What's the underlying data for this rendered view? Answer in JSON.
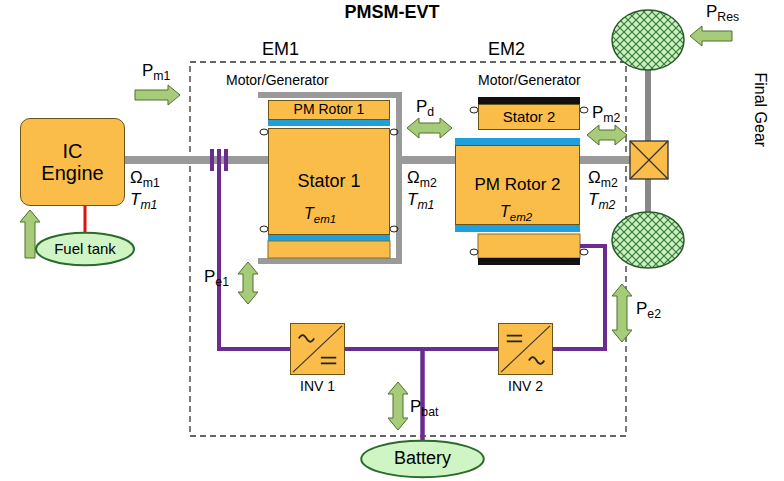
{
  "diagram": {
    "title": "PMSM-EVT",
    "nodes": [
      {
        "text": [
          "IC Engine"
        ]
      },
      {
        "text": [
          "Fuel tank"
        ]
      },
      {
        "text": [
          "PM Rotor 1"
        ]
      },
      {
        "text": [
          "Stator 1"
        ]
      },
      {
        "text": [
          "Stator 2"
        ]
      },
      {
        "text": [
          "PM Rotor 2"
        ]
      },
      {
        "text": [
          "INV 1"
        ]
      },
      {
        "text": [
          "INV 2"
        ]
      },
      {
        "text": [
          "Battery"
        ]
      }
    ],
    "edges": [
      {
        "from": 1,
        "to": 0,
        "arrow": "none"
      },
      {
        "from": 8,
        "to": 6,
        "arrow": "none"
      },
      {
        "from": 8,
        "to": 7,
        "arrow": "none"
      }
    ],
    "labels": [
      "EM1",
      "EM2",
      "Motor/Generator",
      "Motor/Generator",
      "Pm1",
      "Ωm1",
      "Tm1",
      "Tem1",
      "Pd",
      "Ωm2",
      "Tm1",
      "Tem2",
      "Pm2",
      "Ωm2",
      "Tm2",
      "PRes",
      "Pe1",
      "Pe2",
      "Pbat",
      "Final Gear"
    ]
  }
}
